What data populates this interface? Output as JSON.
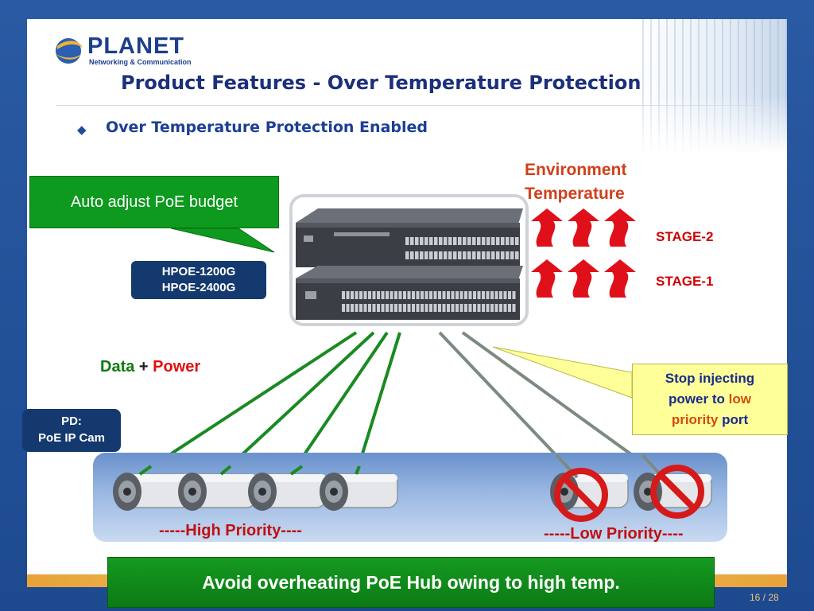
{
  "logo": {
    "name": "PLANET",
    "tagline": "Networking & Communication"
  },
  "slide": {
    "title": "Product Features - Over Temperature Protection",
    "bullet": "◆",
    "subtitle": "Over Temperature Protection Enabled"
  },
  "callouts": {
    "auto_adjust": "Auto adjust PoE budget",
    "models": [
      "HPOE-1200G",
      "HPOE-2400G"
    ],
    "environment": [
      "Environment",
      "Temperature"
    ],
    "stage2": "STAGE-2",
    "stage1": "STAGE-1",
    "data_label": "Data",
    "plus": "+",
    "power_label": "Power",
    "pd": [
      "PD:",
      "PoE IP Cam"
    ],
    "stop": {
      "line1": "Stop injecting",
      "line2_a": "power to",
      "line2_b": "low",
      "line3_a": "priority",
      "line3_b": "port"
    },
    "high_priority": "-----High Priority----",
    "low_priority": "-----Low Priority----",
    "banner": "Avoid overheating PoE Hub owing to high temp."
  },
  "footer": {
    "page": "16 / 28"
  },
  "colors": {
    "title": "#1c2f7a",
    "green_box": "#0d9a1e",
    "model_box": "#14396f",
    "arrow_red": "#e0101a",
    "stop_red": "#d61a1a",
    "yellow_box": "#ffff9a",
    "accent_band": "#e8a33a"
  },
  "icons": [
    "planet-globe-logo",
    "up-arrow",
    "ip-camera",
    "no-entry-sign"
  ]
}
